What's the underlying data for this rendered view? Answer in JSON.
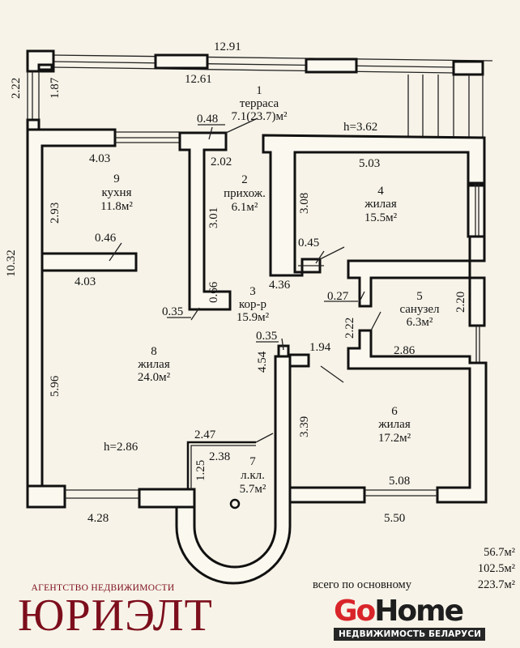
{
  "plan": {
    "rooms": [
      {
        "num": "1",
        "name": "терраса",
        "area": "7.1(23.7)м²"
      },
      {
        "num": "2",
        "name": "прихож.",
        "area": "6.1м²"
      },
      {
        "num": "3",
        "name": "кор-р",
        "area": "15.9м²"
      },
      {
        "num": "4",
        "name": "жилая",
        "area": "15.5м²"
      },
      {
        "num": "5",
        "name": "санузел",
        "area": "6.3м²"
      },
      {
        "num": "6",
        "name": "жилая",
        "area": "17.2м²"
      },
      {
        "num": "7",
        "name": "л.кл.",
        "area": "5.7м²"
      },
      {
        "num": "8",
        "name": "жилая",
        "area": "24.0м²"
      },
      {
        "num": "9",
        "name": "кухня",
        "area": "11.8м²"
      }
    ],
    "dimensions": {
      "terrace_outer_width": "12.91",
      "terrace_inner_width": "12.61",
      "terrace_outer_depth": "2.22",
      "terrace_inner_depth": "1.87",
      "house_depth": "10.32",
      "kitchen_top": "4.03",
      "kitchen_side": "2.93",
      "kitchen_bottom": "4.03",
      "kitchen_wall": "0.46",
      "terrace_wall": "0.48",
      "hall_width": "2.02",
      "hall_side": "3.01",
      "hall_jamb": "0.66",
      "corridor_wall_left": "0.35",
      "corridor_wall_right": "0.35",
      "room4_width": "5.03",
      "room4_side": "3.08",
      "room4_wall": "0.45",
      "room4_bottom": "4.36",
      "bath_wall": "0.27",
      "bath_side_left": "2.22",
      "bath_side_right": "2.20",
      "bath_bottom": "2.86",
      "corridor_side": "4.54",
      "corridor_door": "1.94",
      "room6_side": "3.39",
      "room6_bottom": "5.08",
      "house_right_bottom": "5.50",
      "room8_side": "5.96",
      "house_left_bottom": "4.28",
      "stair_outer": "2.47",
      "stair_inner": "2.38",
      "stair_side": "1.25",
      "ceiling_terrace": "h=3.62",
      "ceiling_living": "h=2.86"
    }
  },
  "totals": {
    "living": "56.7м²",
    "total_area": "102.5м²",
    "all_label": "всего по основному",
    "all": "223.7м²"
  },
  "logos": {
    "yurielt_subtitle": "АГЕНТСТВО НЕДВИЖИМОСТИ",
    "yurielt_name": "ЮРИЭЛТ",
    "gohome_go": "Go",
    "gohome_home": "Home",
    "gohome_tagline": "НЕДВИЖИМОСТЬ БЕЛАРУСИ"
  },
  "colors": {
    "paper": "#f7f3e8",
    "yurielt_red": "#7d0e1c",
    "gohome_red": "#d9252a",
    "gohome_dark": "#1e1e1e"
  }
}
